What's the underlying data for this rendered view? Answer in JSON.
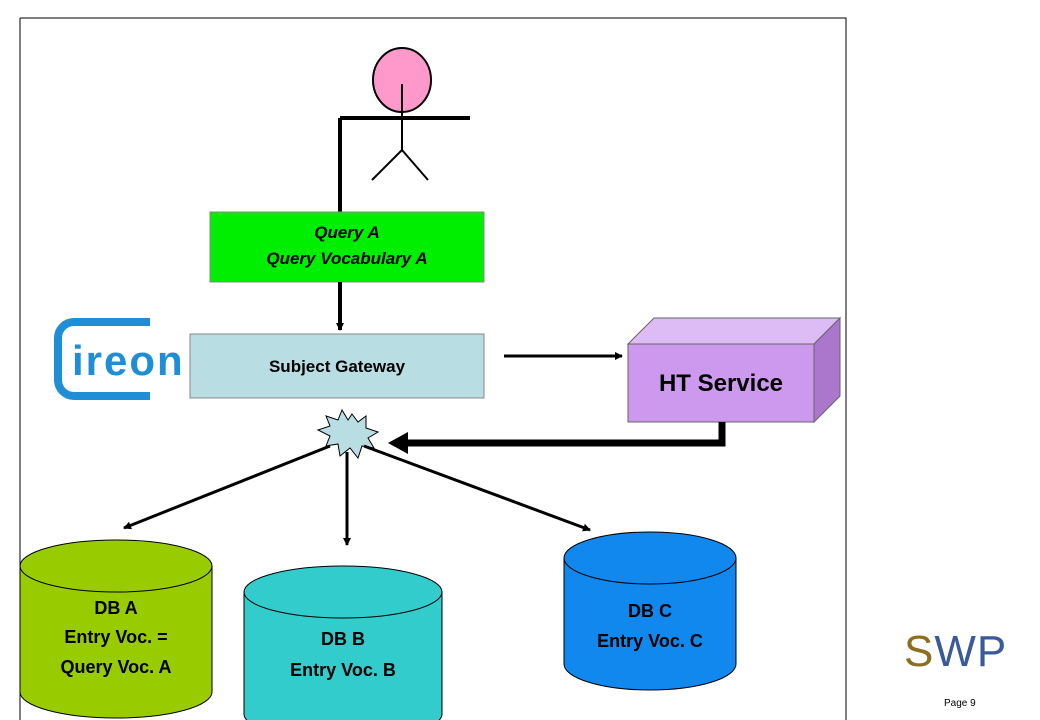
{
  "query_box": {
    "line1": "Query A",
    "line2": "Query Vocabulary A",
    "color": "#00ee00"
  },
  "gateway": {
    "label": "Subject Gateway",
    "color": "#b8dde3"
  },
  "ireon_logo": {
    "text": "ireon",
    "color": "#1f8ed6"
  },
  "ht_service": {
    "label": "HT Service",
    "color_front": "#cc99ee",
    "color_top": "#ddbbf5",
    "color_side": "#aa77cc"
  },
  "databases": [
    {
      "line1": "DB A",
      "line2": "Entry Voc. =",
      "line3": "Query Voc. A",
      "color": "#99cc00"
    },
    {
      "line1": "DB B",
      "line2": "Entry Voc. B",
      "color": "#33cccc"
    },
    {
      "line1": "DB C",
      "line2": "Entry Voc. C",
      "color": "#1188ee"
    }
  ],
  "brand": {
    "s": "S",
    "wp": "WP"
  },
  "footer": {
    "page_label": "Page",
    "page_number": "9"
  }
}
